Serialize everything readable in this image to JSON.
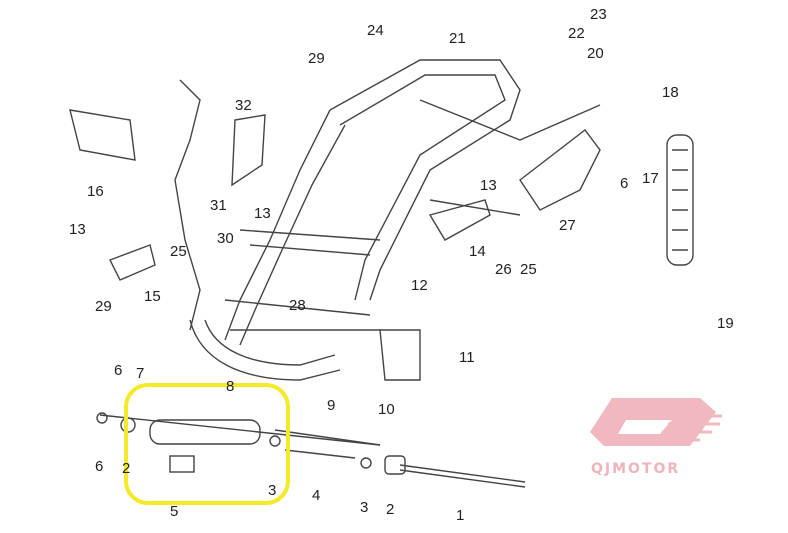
{
  "diagram": {
    "title": "Frame assembly exploded parts diagram",
    "callouts": [
      "24",
      "23",
      "22",
      "21",
      "20",
      "29",
      "32",
      "18",
      "6",
      "17",
      "16",
      "31",
      "13",
      "13",
      "27",
      "14",
      "26",
      "25",
      "30",
      "25",
      "13",
      "29",
      "15",
      "28",
      "12",
      "19",
      "11",
      "6",
      "7",
      "8",
      "9",
      "10",
      "6",
      "2",
      "3",
      "4",
      "5",
      "3",
      "2",
      "1"
    ],
    "highlight_color": "#f5ea2a",
    "line_color": "#444444"
  },
  "logo": {
    "text": "QJMOTOR",
    "color": "#f0b3bb"
  }
}
